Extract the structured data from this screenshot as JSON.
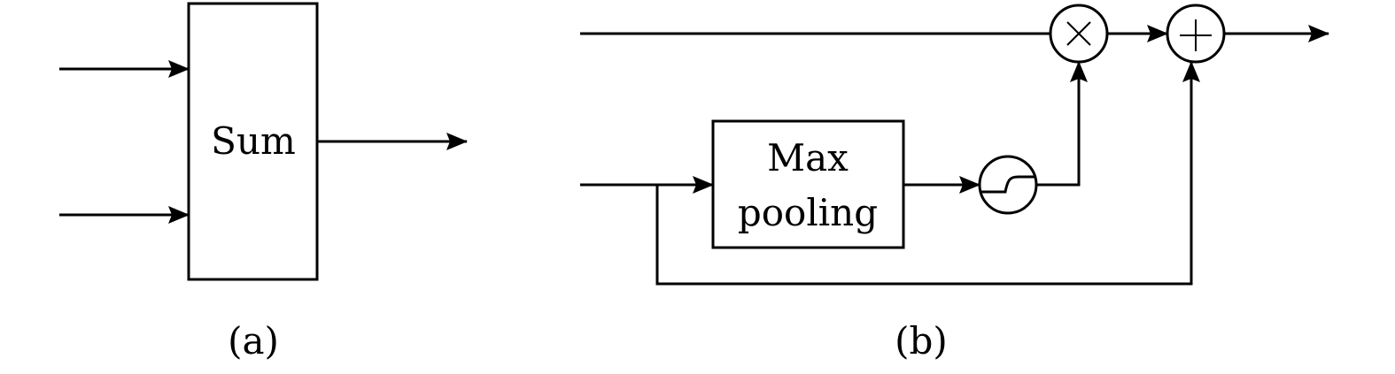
{
  "panel_a": {
    "block_label": "Sum",
    "caption": "(a)"
  },
  "panel_b": {
    "pool_line1": "Max",
    "pool_line2": "pooling",
    "caption": "(b)"
  },
  "colors": {
    "stroke": "#000000",
    "background": "#ffffff"
  }
}
